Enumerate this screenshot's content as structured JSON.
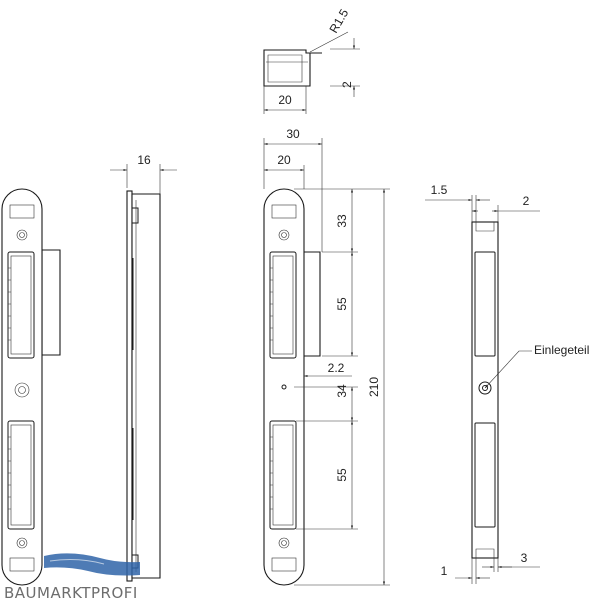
{
  "dimensions": {
    "top_radius": "R1.5",
    "top_height": "2",
    "top_width": "20",
    "side_depth": "16",
    "front_overall_width": "30",
    "front_plate_width": "20",
    "front_seg_top": "33",
    "front_seg_upper": "55",
    "front_offset": "2.2",
    "front_seg_mid": "34",
    "front_seg_lower": "55",
    "front_total_height": "210",
    "right_width_a": "1.5",
    "right_width_b": "2",
    "right_bottom_a": "1",
    "right_bottom_b": "3"
  },
  "labels": {
    "insert_part": "Einlegeteil"
  },
  "watermark": {
    "brand": "BAUMARKTPROFI"
  }
}
